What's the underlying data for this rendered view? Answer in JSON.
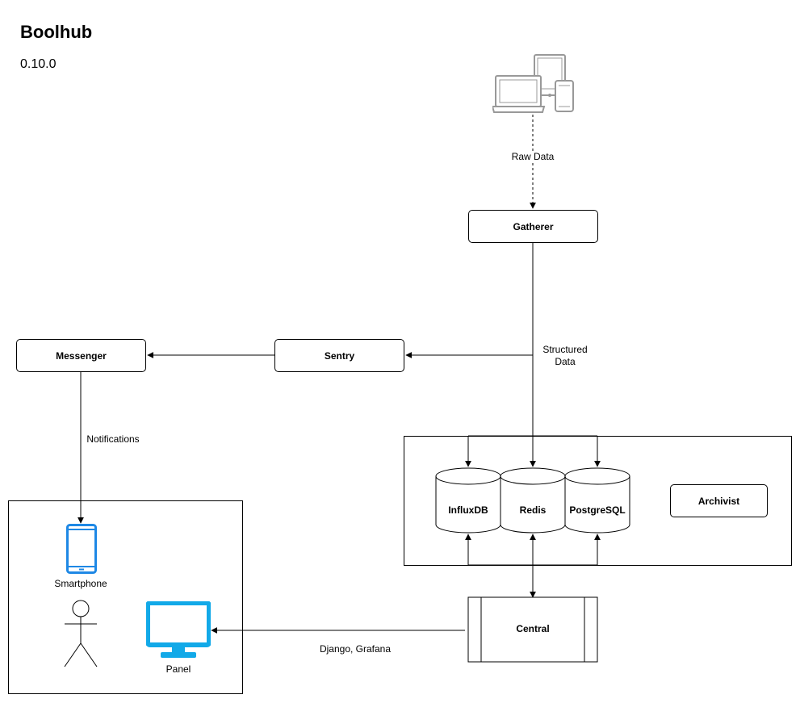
{
  "header": {
    "title": "Boolhub",
    "version": "0.10.0"
  },
  "nodes": {
    "gatherer": "Gatherer",
    "sentry": "Sentry",
    "messenger": "Messenger",
    "influxdb": "InfluxDB",
    "redis": "Redis",
    "postgresql": "PostgreSQL",
    "archivist": "Archivist",
    "central": "Central"
  },
  "edges": {
    "raw_data": "Raw Data",
    "structured_data": "Structured\nData",
    "notifications": "Notifications",
    "django_grafana": "Django, Grafana"
  },
  "client": {
    "smartphone": "Smartphone",
    "panel": "Panel"
  },
  "icons": {
    "devices": "devices-icon",
    "smartphone": "smartphone-icon",
    "person": "person-icon",
    "monitor": "monitor-icon"
  },
  "colors": {
    "device_icon": "#1e88e5",
    "panel_icon": "#12a9e8",
    "devices_icon": "#999999"
  }
}
